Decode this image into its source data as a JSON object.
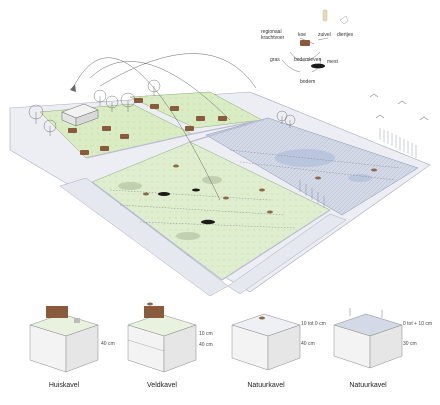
{
  "cycle": {
    "regional_label_line1": "regionaal",
    "regional_label_line2": "krachtvoer",
    "cow_label": "koe",
    "dairy_label": "zuivel",
    "grass_label": "gras",
    "manure_label": "mest",
    "soil_label": "bodem",
    "fauna_label": "diertjes",
    "soil_life_label": "bodemleven"
  },
  "panels": [
    {
      "title": "Huiskavel",
      "dims": [
        "40 cm"
      ]
    },
    {
      "title": "Veldkavel",
      "dims": [
        "10 cm",
        "40 cm"
      ]
    },
    {
      "title": "Natuurkavel",
      "dims": [
        "10 tot 0 cm",
        "40 cm"
      ]
    },
    {
      "title": "Natuurkavel",
      "dims": [
        "0 tot + 10 cm",
        "30 cm"
      ]
    }
  ],
  "colors": {
    "pasture_green": "#d8ebc4",
    "wet_blue": "#cfd6e6",
    "road_grey": "#e3e3ea",
    "ink": "#333333"
  }
}
